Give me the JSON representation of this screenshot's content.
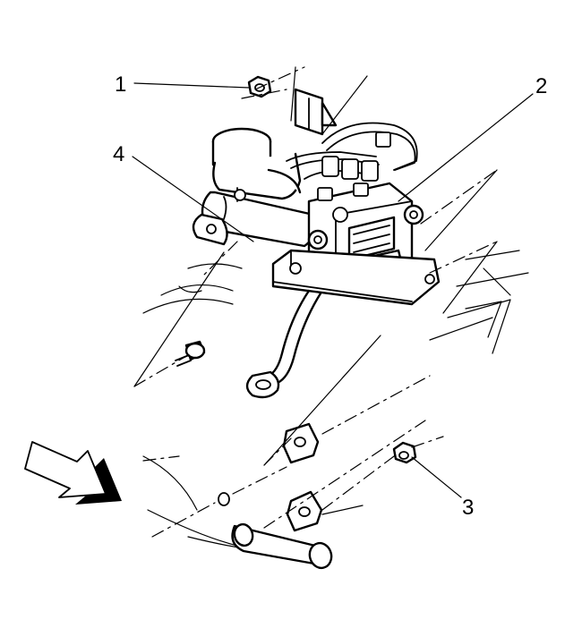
{
  "callouts": [
    {
      "id": "1",
      "label": "1"
    },
    {
      "id": "2",
      "label": "2"
    },
    {
      "id": "3",
      "label": "3"
    },
    {
      "id": "4",
      "label": "4"
    }
  ],
  "icons": {
    "direction_arrow": "direction-arrow-icon"
  },
  "colors": {
    "ink": "#000000",
    "background": "#ffffff",
    "arrow_shadow": "#000000"
  }
}
